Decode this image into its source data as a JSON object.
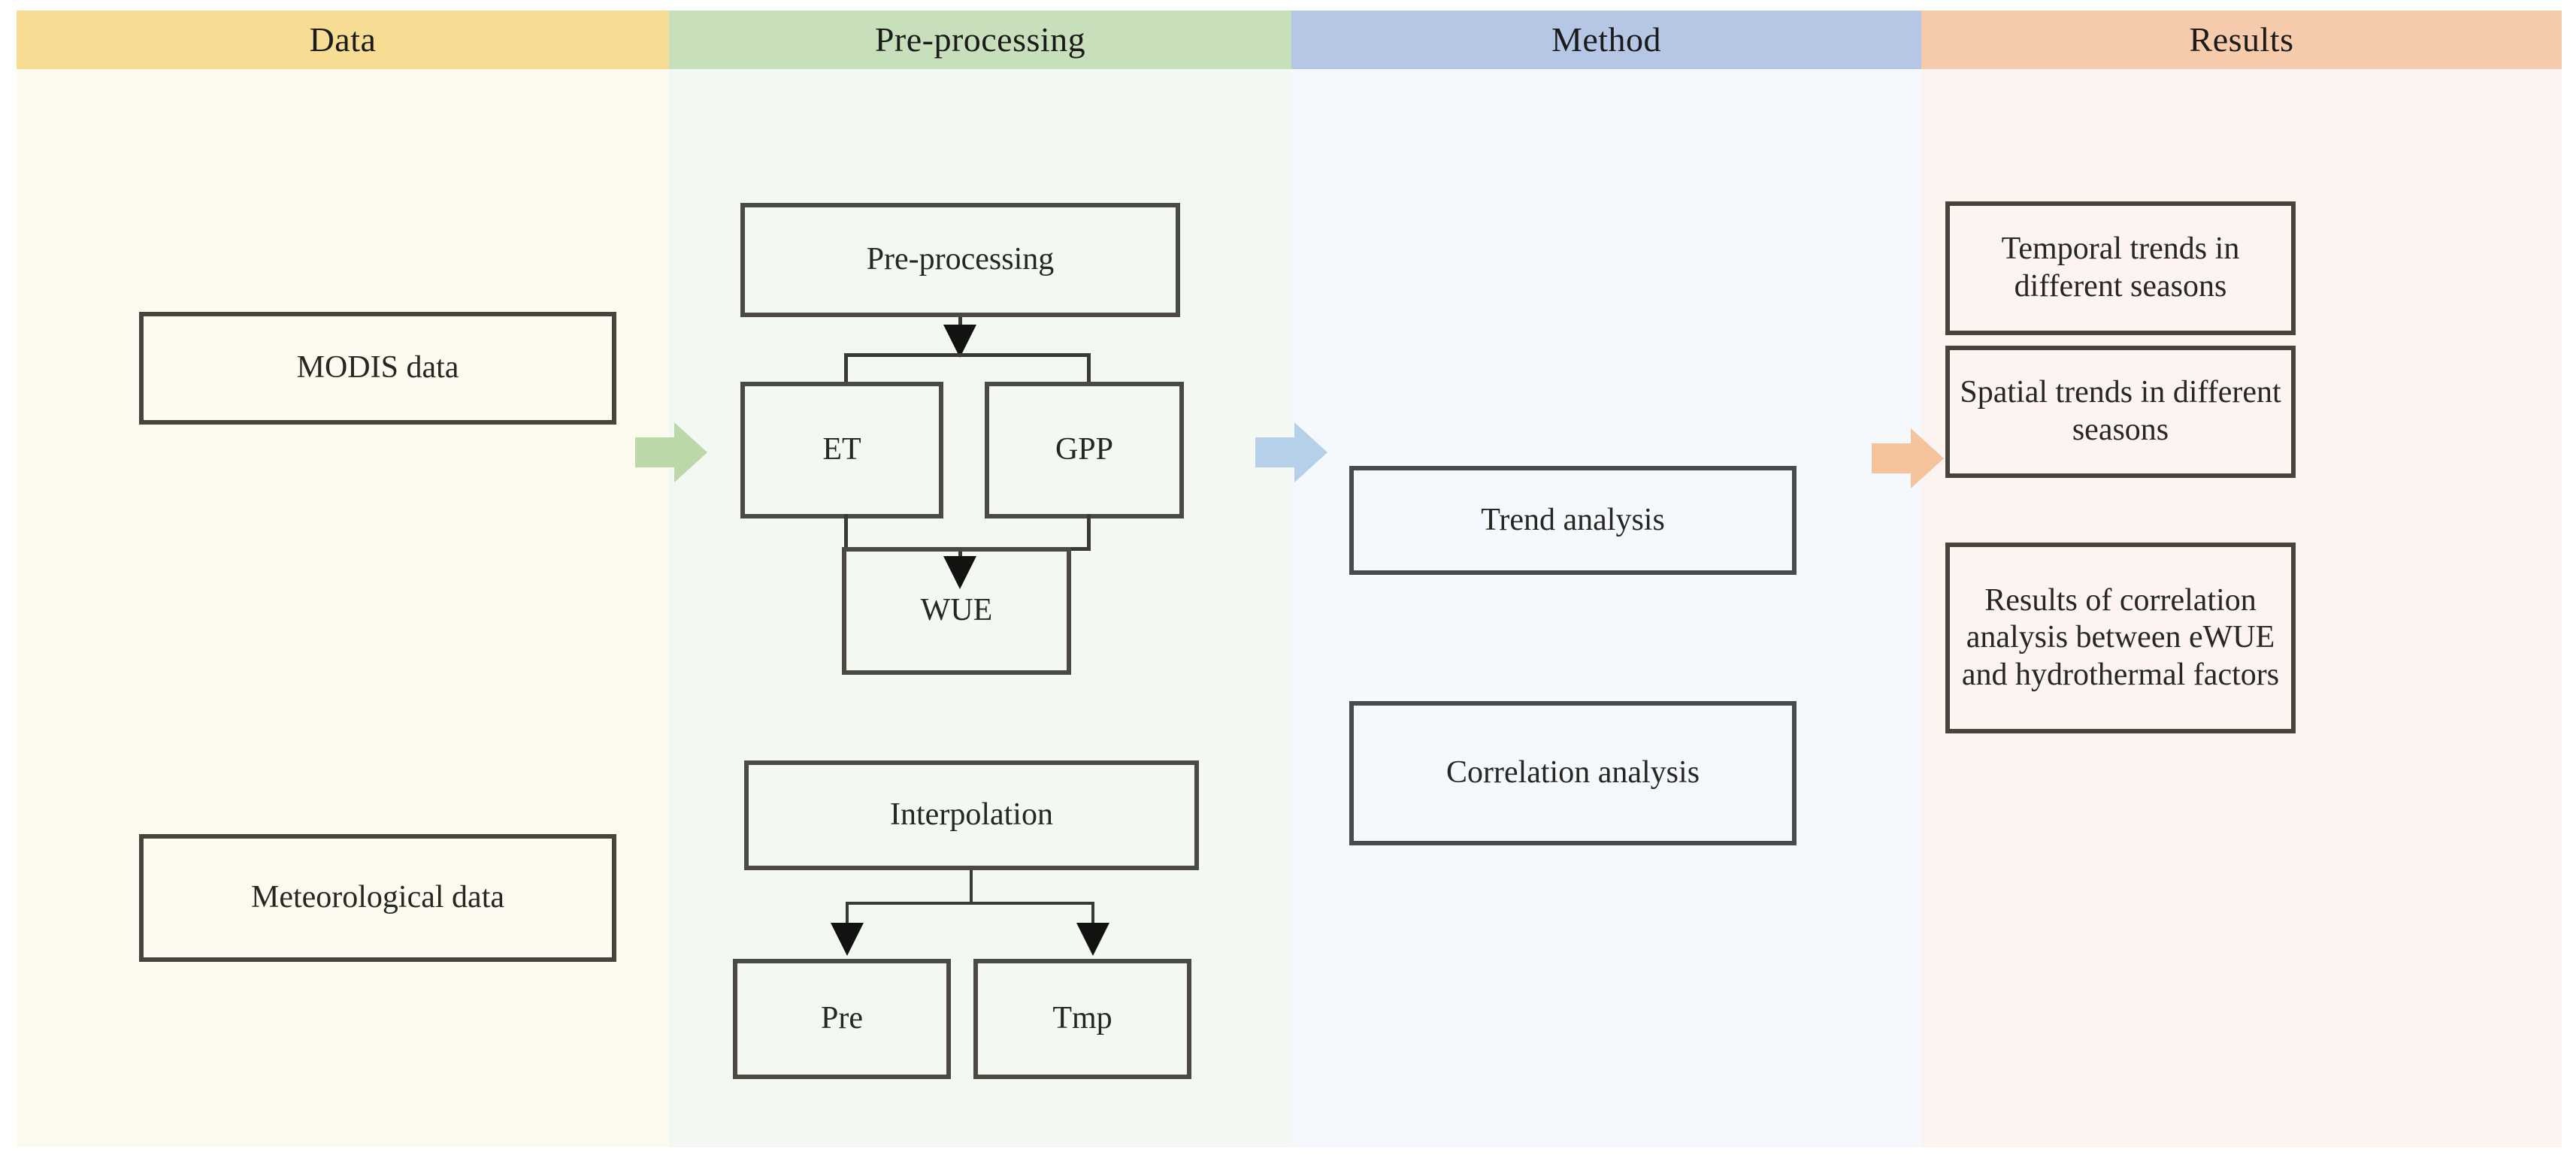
{
  "diagram": {
    "title": "Research workflow flowchart",
    "columns": [
      {
        "key": "data",
        "header": "Data",
        "header_color": "#f7dd93",
        "body_color": "#fdfaef",
        "nodes": [
          {
            "id": "modis",
            "label": "MODIS data"
          },
          {
            "id": "meteo",
            "label": "Meteorological data"
          }
        ]
      },
      {
        "key": "preprocessing",
        "header": "Pre-processing",
        "header_color": "#c8dfbb",
        "body_color": "#f3f8f2",
        "nodes": [
          {
            "id": "preprocessing",
            "label": "Pre-processing"
          },
          {
            "id": "et",
            "label": "ET"
          },
          {
            "id": "gpp",
            "label": "GPP"
          },
          {
            "id": "wue",
            "label": "WUE"
          },
          {
            "id": "interpolation",
            "label": "Interpolation"
          },
          {
            "id": "pre",
            "label": "Pre"
          },
          {
            "id": "tmp",
            "label": "Tmp"
          }
        ]
      },
      {
        "key": "method",
        "header": "Method",
        "header_color": "#b6c7e6",
        "body_color": "#f5f8fd",
        "nodes": [
          {
            "id": "trend",
            "label": "Trend analysis"
          },
          {
            "id": "correlation",
            "label": "Correlation analysis"
          }
        ]
      },
      {
        "key": "results",
        "header": "Results",
        "header_color": "#f6cbac",
        "body_color": "#fdf4f1",
        "nodes": [
          {
            "id": "temporal",
            "label": "Temporal trends in different seasons"
          },
          {
            "id": "spatial",
            "label": "Spatial trends in different seasons"
          },
          {
            "id": "corr_results",
            "label": "Results of correlation analysis between eWUE and hydrothermal factors"
          }
        ]
      }
    ],
    "stage_arrows": [
      {
        "id": "data-to-preprocessing",
        "color": "#bcd7a8"
      },
      {
        "id": "preprocessing-to-method",
        "color": "#b7d0ea"
      },
      {
        "id": "method-to-results",
        "color": "#f5c39c"
      }
    ],
    "connectors": {
      "box_border_color": "#4b4a42",
      "line_color": "#3a3a34",
      "arrowhead_color": "#121210"
    }
  }
}
